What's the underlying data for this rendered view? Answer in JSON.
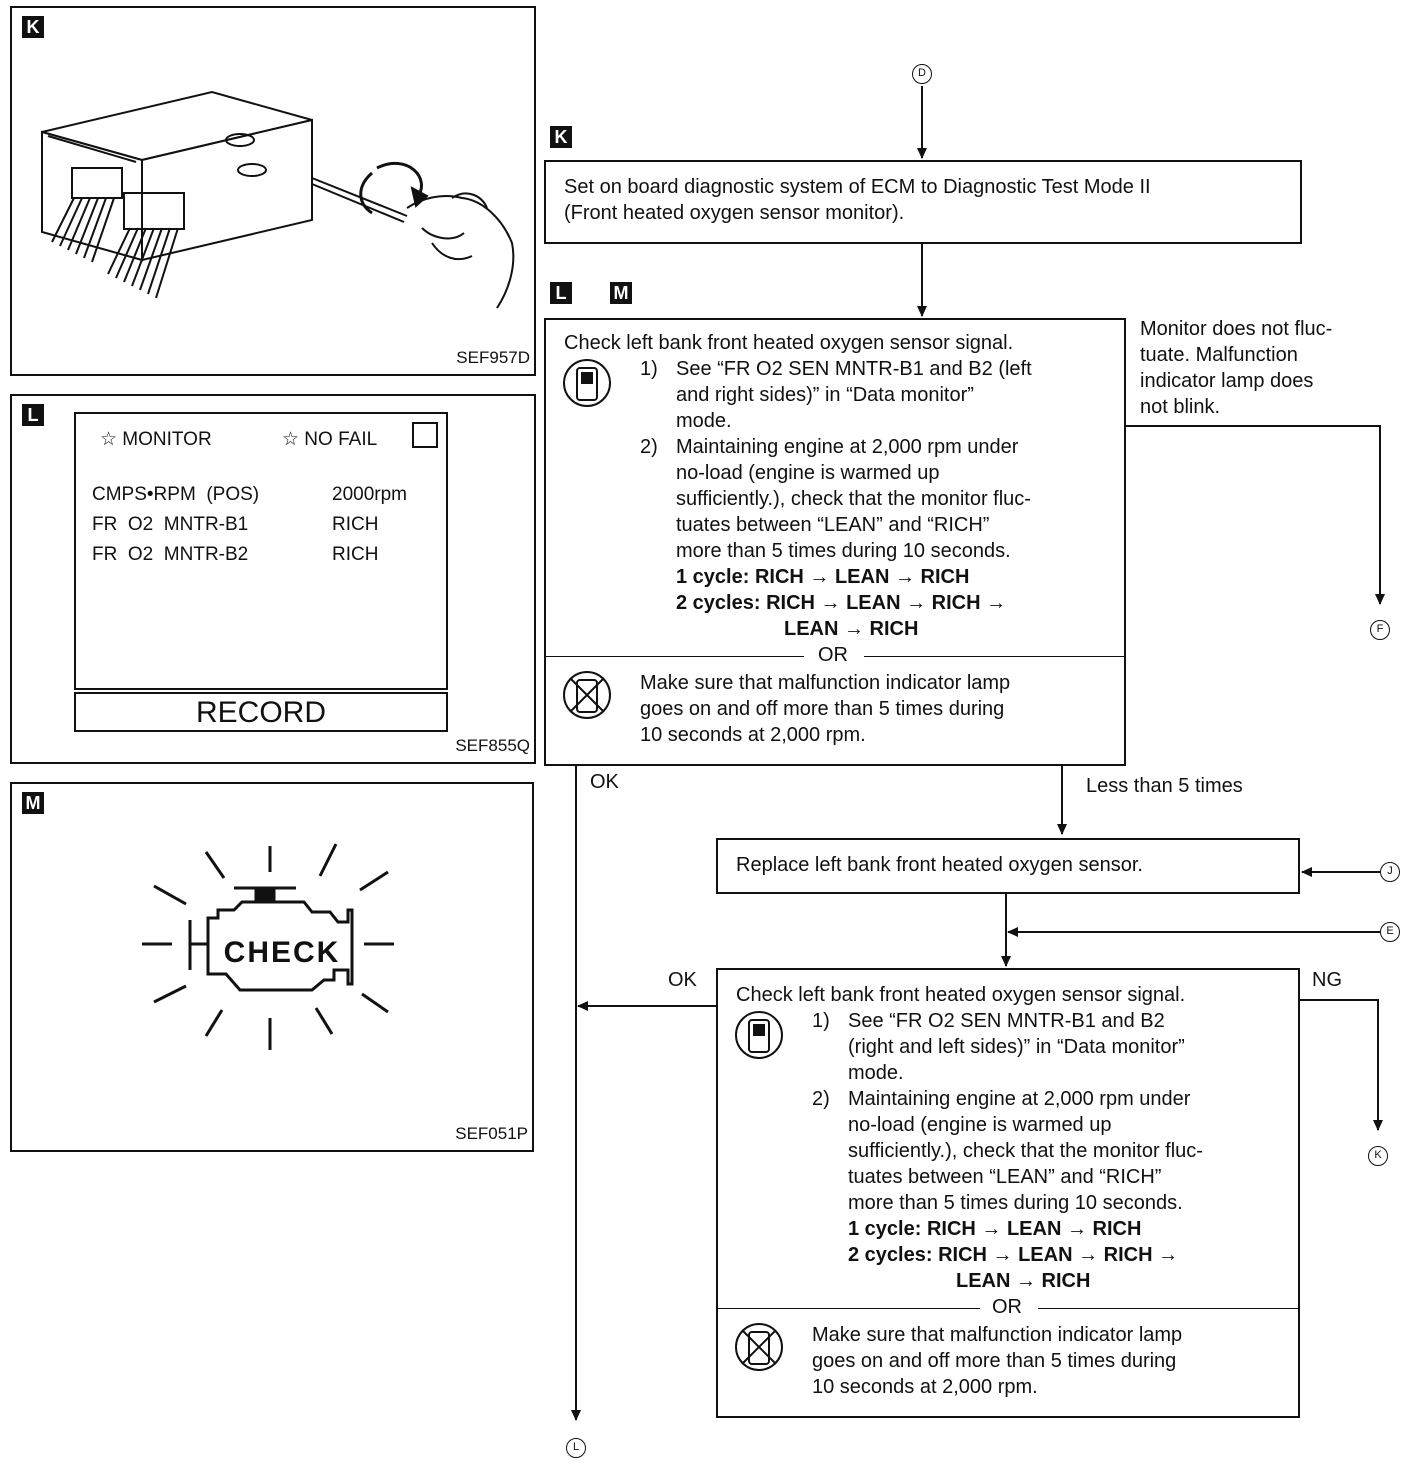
{
  "panels": {
    "k": {
      "tag": "K",
      "ref": "SEF957D"
    },
    "l": {
      "tag": "L",
      "ref": "SEF855Q",
      "monitor_label": "☆ MONITOR",
      "nofail_label": "☆ NO FAIL",
      "rows": [
        {
          "name": "CMPS•RPM  (POS)",
          "value": "2000rpm"
        },
        {
          "name": "FR  O2  MNTR-B1",
          "value": "RICH"
        },
        {
          "name": "FR  O2  MNTR-B2",
          "value": "RICH"
        }
      ],
      "record_label": "RECORD"
    },
    "m": {
      "tag": "M",
      "ref": "SEF051P",
      "check_text": "CHECK"
    }
  },
  "flow": {
    "connector_top": "D",
    "box1": {
      "tag": "K",
      "line1": "Set on board diagnostic system of ECM to Diagnostic Test Mode II",
      "line2": "(Front heated oxygen sensor monitor)."
    },
    "box2": {
      "tags": [
        "L",
        "M"
      ],
      "title": "Check left bank front heated oxygen sensor signal.",
      "step1_num": "1)",
      "step1_lines": [
        "See “FR O2 SEN MNTR-B1 and B2 (left",
        "and right sides)” in “Data monitor”",
        "mode."
      ],
      "step2_num": "2)",
      "step2_lines": [
        "Maintaining engine at 2,000 rpm under",
        "no-load (engine is warmed up",
        "sufficiently.), check that the monitor fluc-",
        "tuates between “LEAN” and “RICH”",
        "more than 5 times during 10 seconds."
      ],
      "cycle1": "1 cycle: RICH → LEAN → RICH",
      "cycle2a": "2 cycles: RICH → LEAN → RICH →",
      "cycle2b": "LEAN → RICH",
      "or_label": "OR",
      "mil_lines": [
        "Make sure that malfunction indicator lamp",
        "goes on and off more than 5 times during",
        "10 seconds at 2,000 rpm."
      ]
    },
    "right_note_lines": [
      "Monitor does not fluc-",
      "tuate. Malfunction",
      "indicator lamp does",
      "not blink."
    ],
    "connector_f": "F",
    "ok_label_1": "OK",
    "less_label": "Less than 5 times",
    "box3": {
      "text": "Replace left bank front heated oxygen sensor."
    },
    "connector_j": "J",
    "connector_e": "E",
    "ok_label_2": "OK",
    "ng_label": "NG",
    "connector_k": "K",
    "box4": {
      "title": "Check left bank front heated oxygen sensor signal.",
      "step1_num": "1)",
      "step1_lines": [
        "See “FR O2 SEN MNTR-B1 and B2",
        "(right and left sides)” in “Data monitor”",
        "mode."
      ],
      "step2_num": "2)",
      "step2_lines": [
        "Maintaining engine at 2,000 rpm under",
        "no-load (engine is warmed up",
        "sufficiently.), check that the monitor fluc-",
        "tuates between “LEAN” and “RICH”",
        "more than 5 times during 10 seconds."
      ],
      "cycle1": "1 cycle: RICH → LEAN → RICH",
      "cycle2a": "2 cycles: RICH → LEAN → RICH →",
      "cycle2b": "LEAN → RICH",
      "or_label": "OR",
      "mil_lines": [
        "Make sure that malfunction indicator lamp",
        "goes on and off more than 5 times during",
        "10 seconds at 2,000 rpm."
      ]
    },
    "connector_l": "L"
  }
}
